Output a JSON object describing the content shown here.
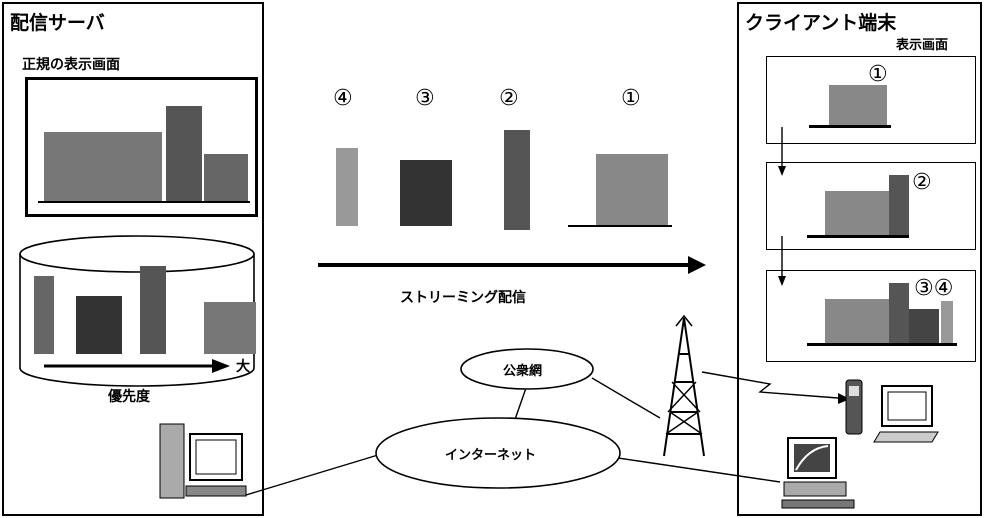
{
  "server": {
    "title": "配信サーバ",
    "screen_label": "正規の表示画面",
    "priority_label": "優先度",
    "priority_big": "大"
  },
  "client": {
    "title": "クライアント端末",
    "screen_label": "表示画面",
    "frames": [
      {
        "num": "①"
      },
      {
        "num": "②"
      },
      {
        "num": "③④"
      }
    ]
  },
  "stream": {
    "label": "ストリーミング配信",
    "order": [
      "④",
      "③",
      "②",
      "①"
    ]
  },
  "network": {
    "public": "公衆網",
    "internet": "インターネット"
  }
}
